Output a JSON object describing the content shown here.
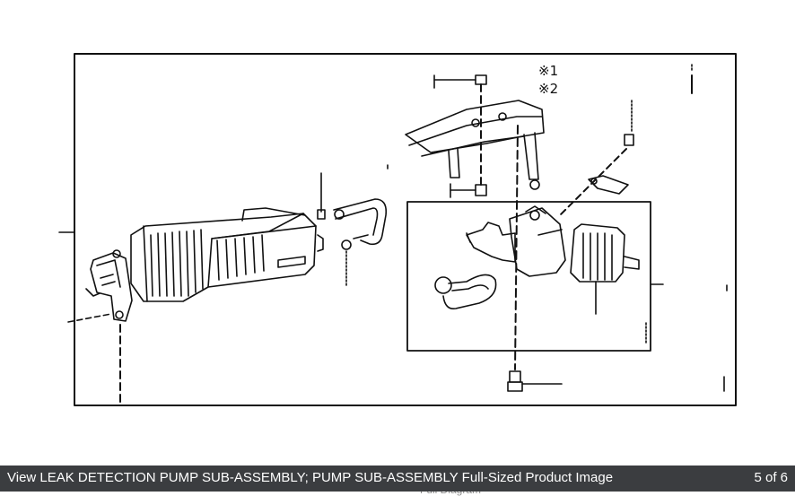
{
  "caption": {
    "text": "View LEAK DETECTION PUMP SUB-ASSEMBLY; PUMP SUB-ASSEMBLY Full-Sized Product Image",
    "counter": "5 of 6",
    "background": "#3b3d40"
  },
  "underlying_link": "Full Diagram",
  "diagram": {
    "notes": [
      "※1",
      "※2"
    ]
  }
}
